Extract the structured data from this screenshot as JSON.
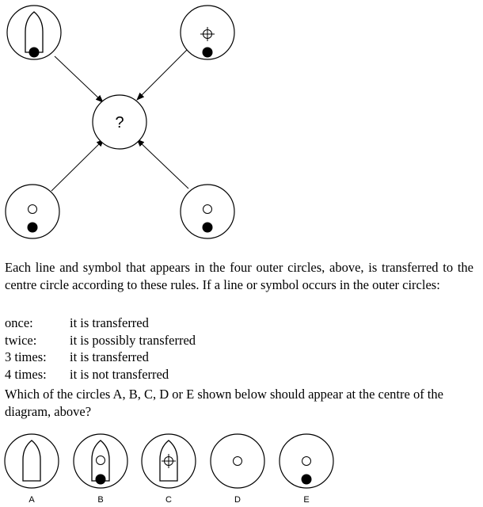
{
  "diagram": {
    "centre_symbol": "?",
    "outer_circles": [
      {
        "position": "top-left",
        "symbols": [
          "bullet-outline",
          "filled-dot"
        ]
      },
      {
        "position": "top-right",
        "symbols": [
          "crosshair",
          "filled-dot"
        ]
      },
      {
        "position": "bottom-left",
        "symbols": [
          "open-circle",
          "filled-dot"
        ]
      },
      {
        "position": "bottom-right",
        "symbols": [
          "open-circle",
          "filled-dot"
        ]
      }
    ]
  },
  "intro_text": "Each line and symbol that appears in the four outer circles, above, is transferred to the centre circle according to these rules. If a line or symbol occurs in the outer circles:",
  "rules": [
    {
      "count": "once:",
      "result": "it is transferred"
    },
    {
      "count": "twice:",
      "result": "it is possibly transferred"
    },
    {
      "count": "3 times:",
      "result": "it is transferred"
    },
    {
      "count": "4 times:",
      "result": "it is not transferred"
    }
  ],
  "question_text": "Which of the circles A, B, C, D or E shown below should appear at the centre of the diagram, above?",
  "options": [
    {
      "label": "A",
      "symbols": [
        "bullet-outline"
      ]
    },
    {
      "label": "B",
      "symbols": [
        "bullet-outline",
        "open-circle",
        "filled-dot"
      ]
    },
    {
      "label": "C",
      "symbols": [
        "bullet-outline",
        "crosshair"
      ]
    },
    {
      "label": "D",
      "symbols": [
        "open-circle"
      ]
    },
    {
      "label": "E",
      "symbols": [
        "open-circle",
        "filled-dot"
      ]
    }
  ]
}
